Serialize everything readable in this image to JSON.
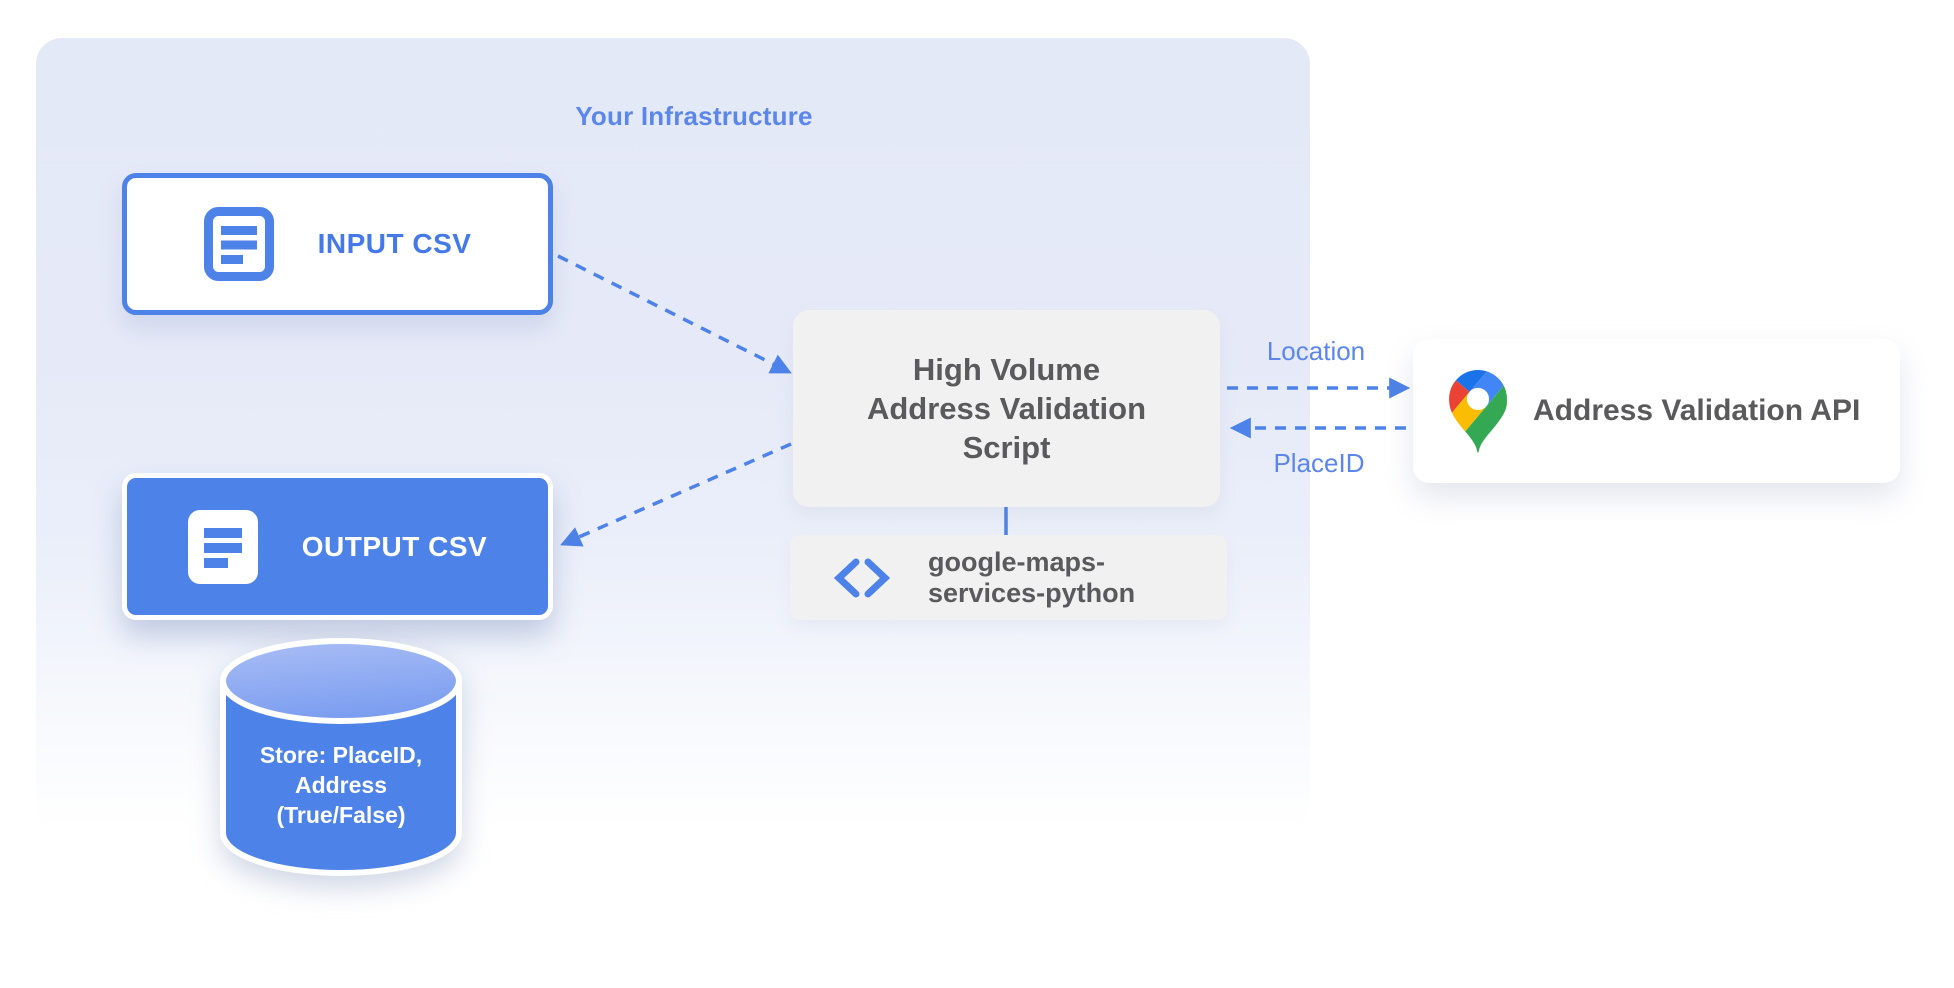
{
  "infrastructure": {
    "title": "Your Infrastructure"
  },
  "nodes": {
    "input_csv": {
      "label": "INPUT CSV",
      "icon": "csv-document-icon",
      "style": "white-box-blue-border"
    },
    "output_csv": {
      "label": "OUTPUT CSV",
      "icon": "csv-document-icon",
      "style": "blue-box-white-border"
    },
    "datastore": {
      "label": "Store: PlaceID,\nAddress\n(True/False)",
      "shape": "database-cylinder"
    },
    "script": {
      "label": "High Volume\nAddress Validation\nScript",
      "style": "gray-box"
    },
    "library": {
      "label": "google-maps-\nservices-python",
      "icon": "code-icon",
      "style": "gray-box"
    },
    "api": {
      "label": "Address Validation API",
      "icon": "google-maps-pin-icon",
      "style": "white-box"
    }
  },
  "edges": {
    "input_to_script": {
      "style": "dashed-arrow"
    },
    "script_to_output": {
      "style": "dashed-arrow"
    },
    "script_to_api": {
      "label": "Location",
      "style": "dashed-arrow"
    },
    "api_to_script": {
      "label": "PlaceID",
      "style": "dashed-arrow"
    },
    "script_to_library": {
      "style": "solid-line"
    }
  },
  "colors": {
    "accent_blue": "#4d82e8",
    "label_blue": "#5b86ec",
    "container_fill_top": "#e4e9f7",
    "node_gray": "#f1f1f2",
    "text_gray": "#5a5a5d",
    "cylinder_top_light": "#a7bcf5",
    "pin_dark_blue": "#1a73e8",
    "pin_blue": "#4285f4",
    "pin_red": "#ea4335",
    "pin_yellow": "#fbbc04",
    "pin_green": "#34a853"
  }
}
